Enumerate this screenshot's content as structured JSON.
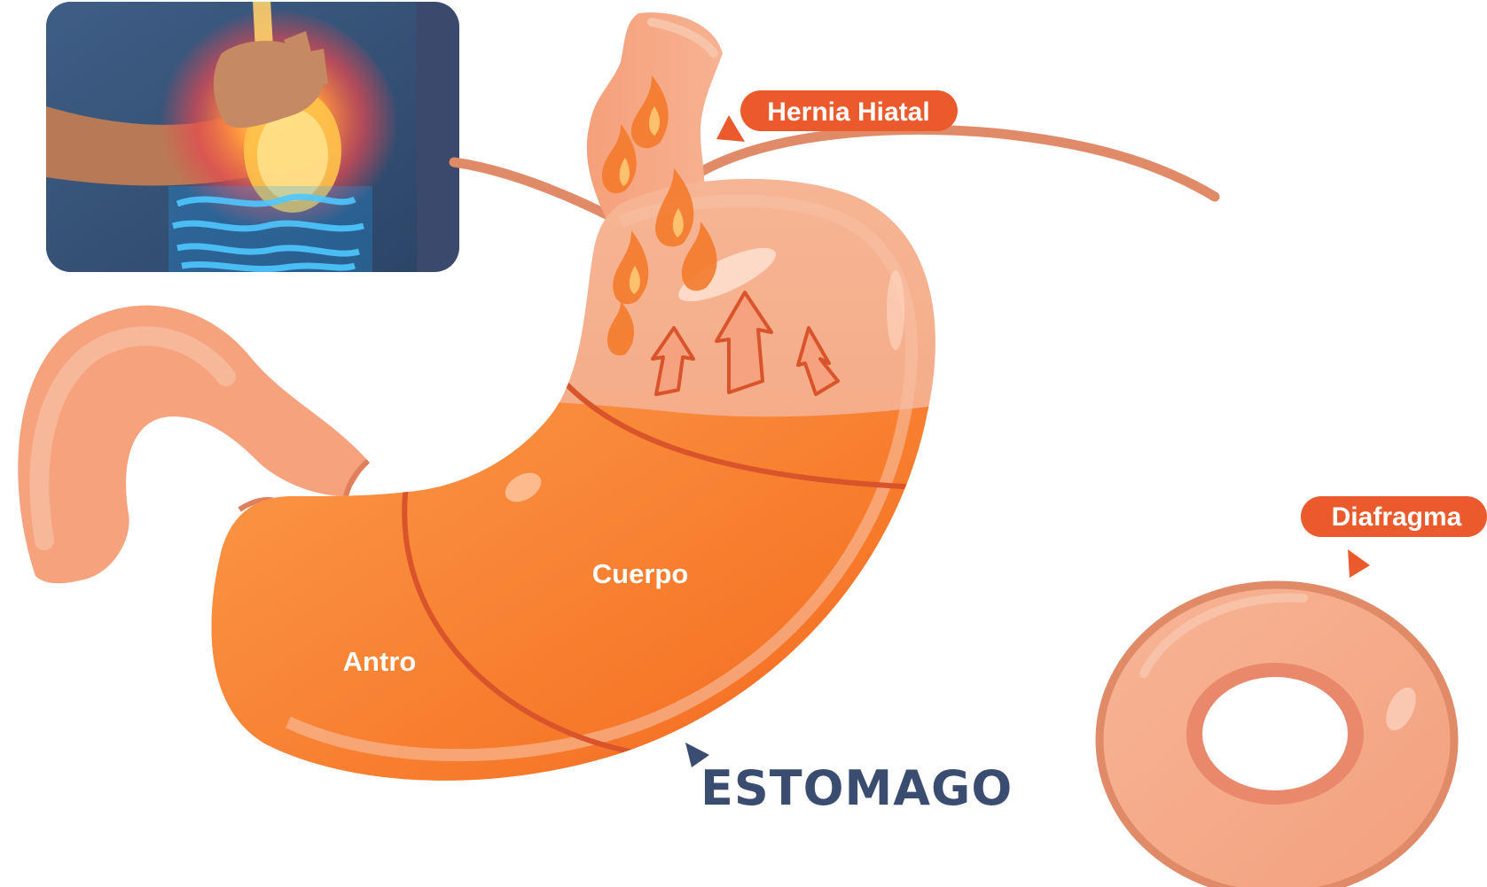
{
  "labels": {
    "hernia": "Hernia Hiatal",
    "diaphragm": "Diafragma",
    "body": "Cuerpo",
    "antrum": "Antro",
    "title": "ESTOMAGO"
  },
  "colors": {
    "accent_orange": "#ea5a2c",
    "title_navy": "#3a4c6f",
    "stomach_light": "#f4a27e",
    "stomach_dark": "#f26d22",
    "diaphragm_line": "#e08a68",
    "photo_frame": "#3b4a6c"
  },
  "icons": {
    "photo": "heartburn-photo",
    "fire": "fire-icon",
    "arrows": "arrow-up-icon",
    "pointer": "triangle-pointer-icon"
  }
}
